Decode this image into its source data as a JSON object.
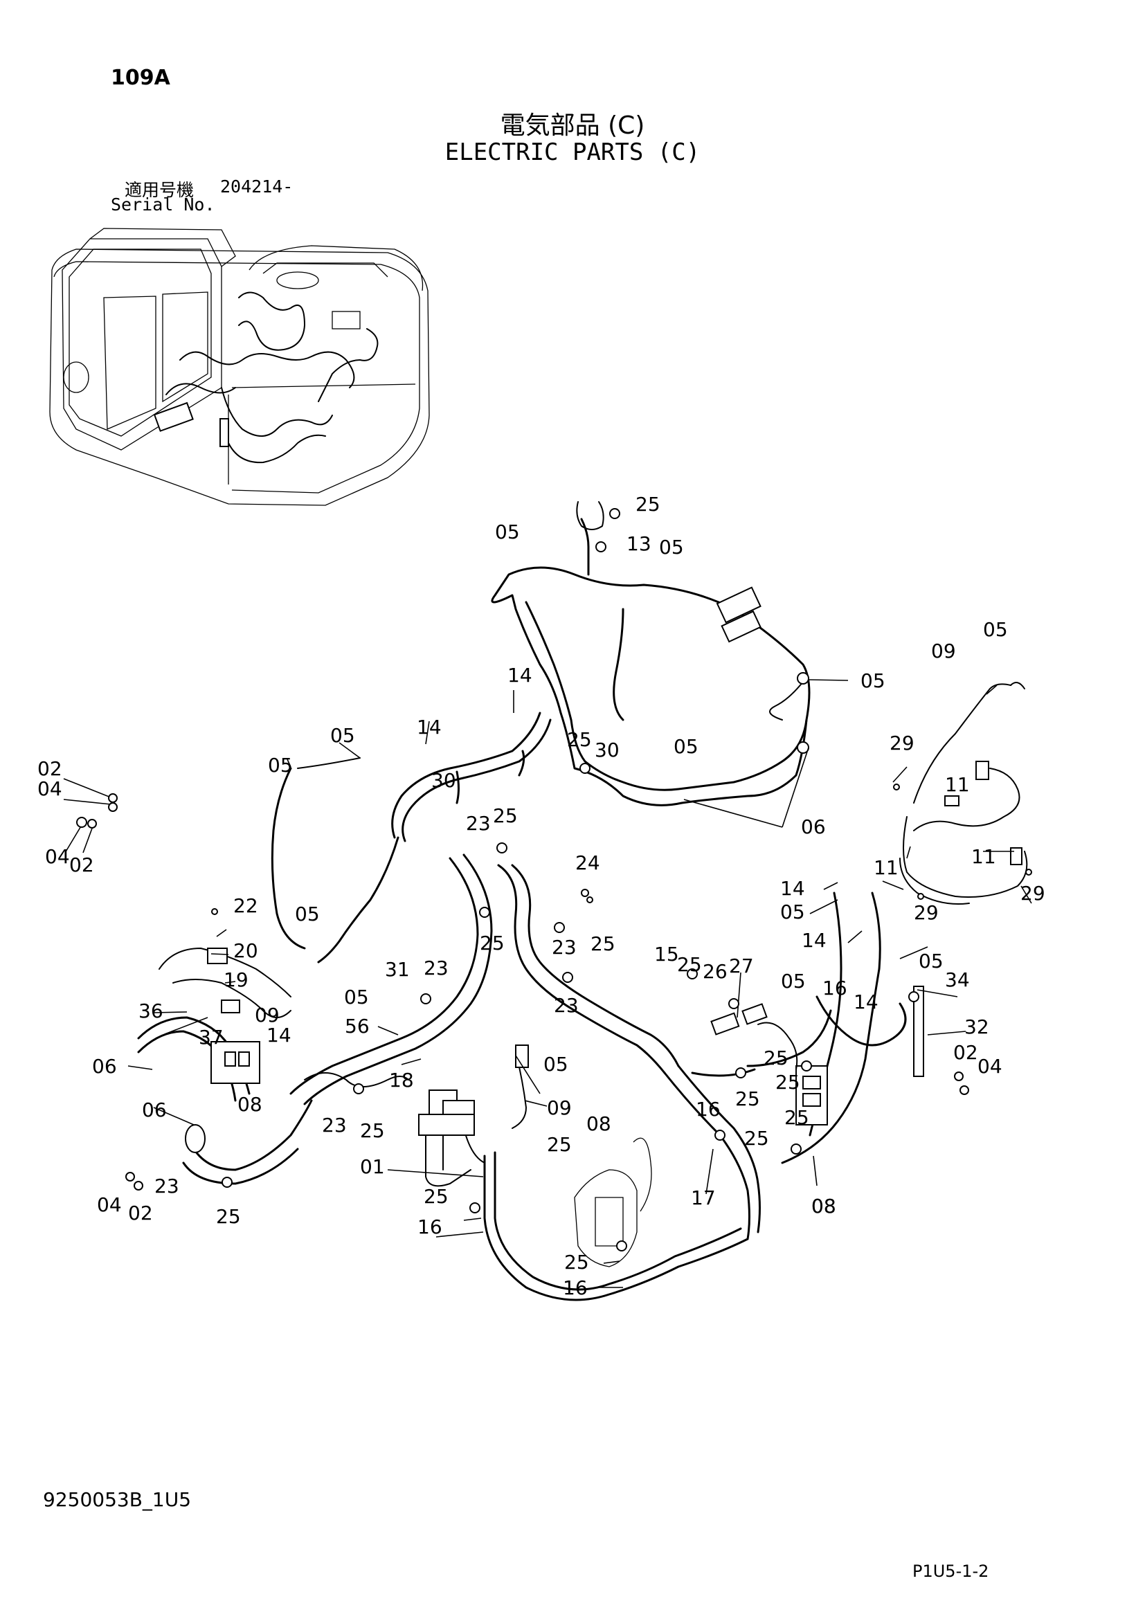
{
  "header": {
    "page_id": "109A",
    "title_ja": "電気部品 (C)",
    "title_en": "ELECTRIC PARTS (C)",
    "serial_label_ja": "適用号機",
    "serial_value": "204214-",
    "serial_label_en": "Serial No."
  },
  "footer": {
    "drawing_number": "9250053B_1U5",
    "page_code": "P1U5-1-2"
  },
  "callouts": [
    "25",
    "13",
    "05",
    "05",
    "05",
    "09",
    "05",
    "14",
    "14",
    "05",
    "05",
    "25",
    "30",
    "05",
    "06",
    "29",
    "11",
    "02",
    "04",
    "04",
    "02",
    "30",
    "23",
    "25",
    "11",
    "11",
    "24",
    "29",
    "29",
    "14",
    "05",
    "22",
    "05",
    "20",
    "25",
    "23",
    "25",
    "15",
    "25",
    "26",
    "27",
    "14",
    "05",
    "23",
    "31",
    "23",
    "19",
    "05",
    "36",
    "09",
    "14",
    "37",
    "56",
    "05",
    "34",
    "25",
    "05",
    "16",
    "14",
    "32",
    "02",
    "04",
    "06",
    "08",
    "18",
    "23",
    "25",
    "09",
    "06",
    "08",
    "25",
    "25",
    "16",
    "25",
    "25",
    "01",
    "25",
    "08",
    "25",
    "17",
    "04",
    "02",
    "23",
    "25",
    "16",
    "08",
    "25",
    "16"
  ]
}
